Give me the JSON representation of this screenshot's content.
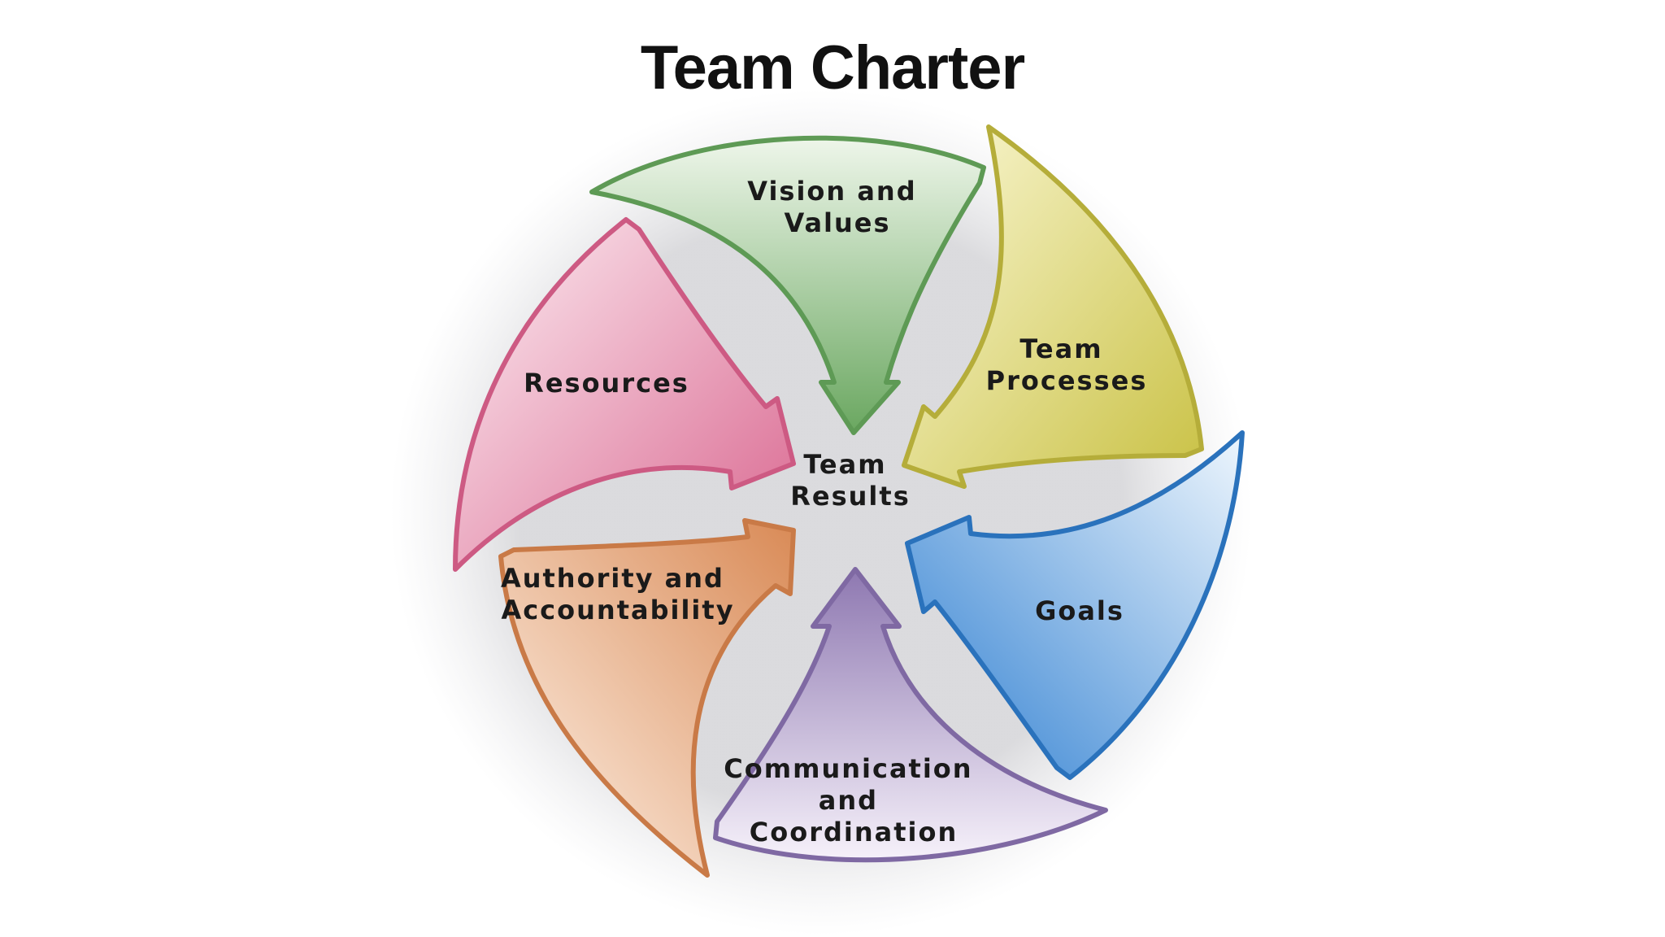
{
  "title": "Team Charter",
  "center": {
    "line1": "Team",
    "line2": "Results"
  },
  "segments": [
    {
      "key": "vision",
      "line1": "Vision and",
      "line2": "Values",
      "color": "#6aa760",
      "light": "#e8f2e3"
    },
    {
      "key": "processes",
      "line1": "Team",
      "line2": "Processes",
      "color": "#c9c144",
      "light": "#f7f4c9"
    },
    {
      "key": "goals",
      "line1": "Goals",
      "color": "#2f7fd1",
      "light": "#e3f0fb"
    },
    {
      "key": "communication",
      "line1": "Communication",
      "line2": "and",
      "line3": "Coordination",
      "color": "#8e78b1",
      "light": "#f1ecf6"
    },
    {
      "key": "authority",
      "line1": "Authority and",
      "line2": "Accountability",
      "color": "#d98a56",
      "light": "#fdeee2"
    },
    {
      "key": "resources",
      "line1": "Resources",
      "color": "#d9668f",
      "light": "#fbe7ee"
    }
  ]
}
